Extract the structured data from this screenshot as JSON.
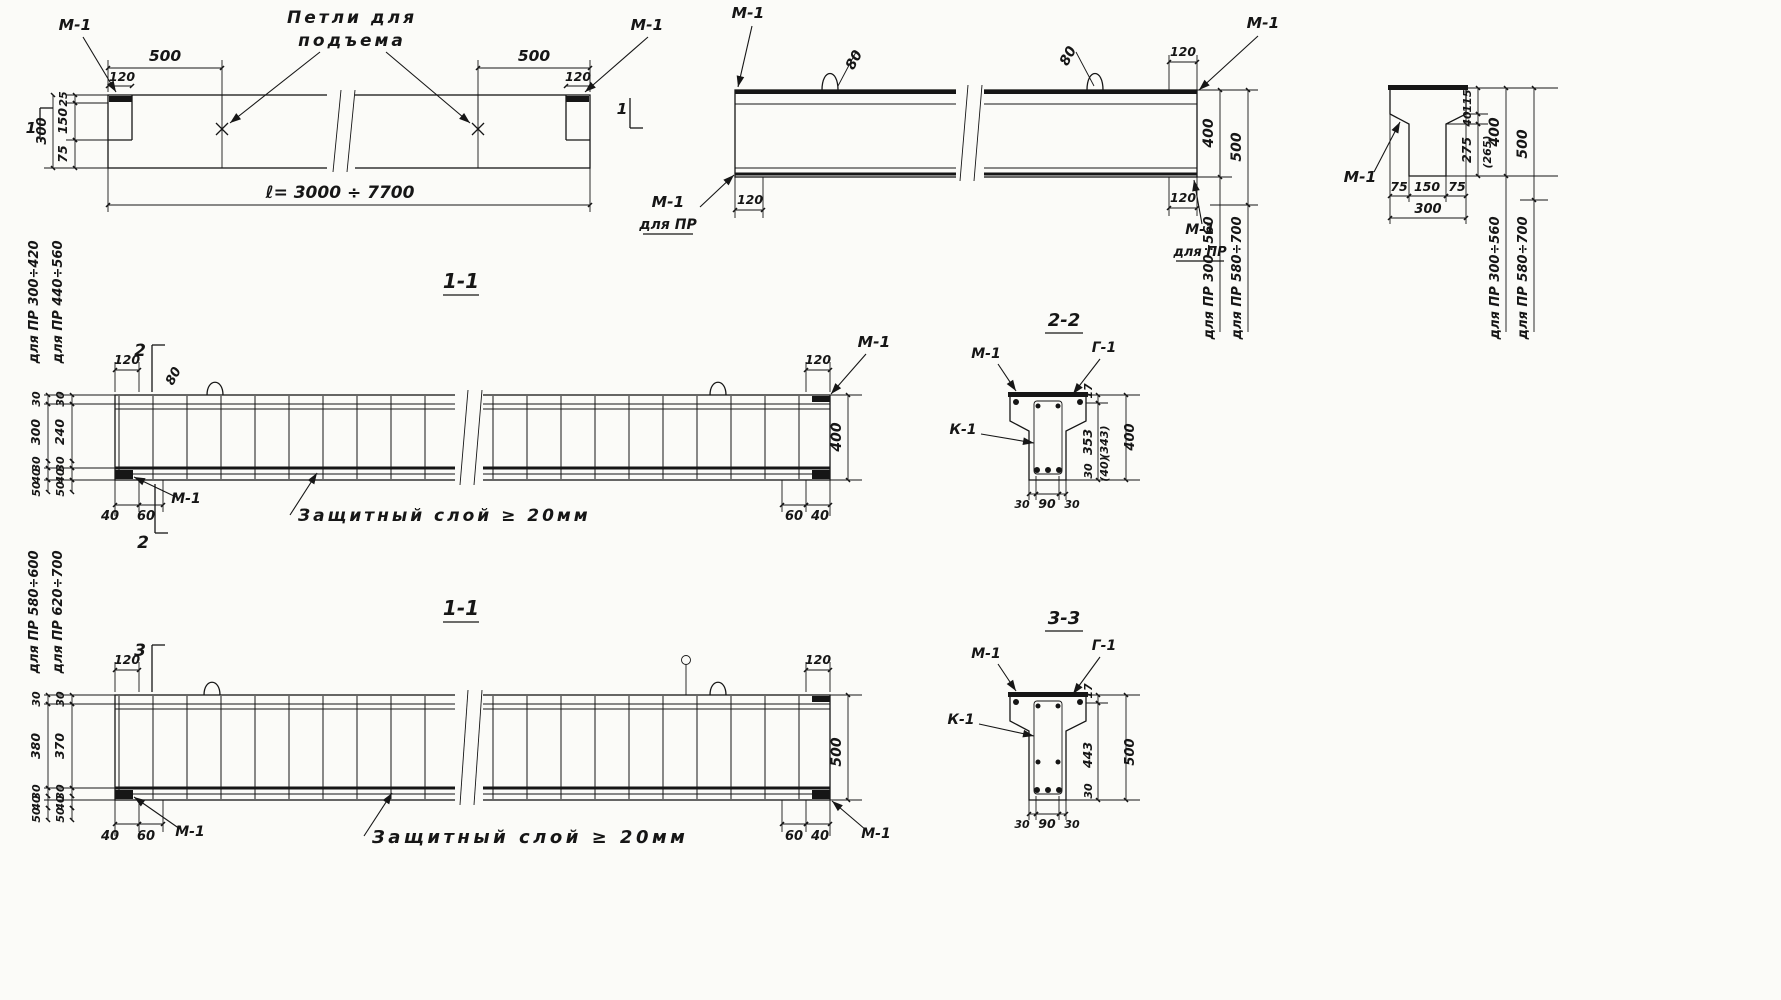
{
  "colors": {
    "paper": "#fbfbf8",
    "ink": "#161616"
  },
  "common": {
    "m1": "М-1",
    "g1": "Г-1",
    "k1": "К-1",
    "dlya_pr": "для ПР",
    "cover_note": "Защитный слой ≥ 20мм",
    "range_300_560": "для ПР 300÷560",
    "range_580_700": "для ПР 580÷700"
  },
  "plan_view": {
    "lifting_note_line1": "Петли для",
    "lifting_note_line2": "подъема",
    "dim_500": "500",
    "dim_120": "120",
    "dim_length": "ℓ= 3000 ÷ 7700",
    "dim_25": "25",
    "dim_150": "150",
    "dim_75": "75",
    "dim_300": "300",
    "section_marker": "1"
  },
  "side_view": {
    "dim_80": "80",
    "dim_120": "120",
    "dim_400": "400",
    "dim_500": "500"
  },
  "profile_view": {
    "dim_115": "115",
    "dim_40": "40",
    "dim_275": "275",
    "dim_265_alt": "(265)",
    "dim_400": "400",
    "dim_500": "500",
    "dim_75": "75",
    "dim_150": "150",
    "dim_300": "300"
  },
  "section_1_1_top": {
    "title": "1-1",
    "cut_marker": "2",
    "dim_120": "120",
    "dim_80": "80",
    "dim_400": "400",
    "dim_40": "40",
    "dim_60": "60",
    "range_left_outer": "для ПР 300÷420",
    "range_left_inner": "для ПР 440÷560",
    "col_outer": [
      "30",
      "300",
      "30",
      "40",
      "50"
    ],
    "col_inner": [
      "30",
      "240",
      "30",
      "40",
      "50"
    ]
  },
  "section_2_2": {
    "title": "2-2",
    "dim_17": "17",
    "dim_353": "353",
    "dim_343_alt": "(343)",
    "dim_400": "400",
    "dim_30": "30",
    "dim_40_alt": "(40)",
    "dim_90": "90"
  },
  "section_1_1_bottom": {
    "title": "1-1",
    "cut_marker": "3",
    "dim_120": "120",
    "dim_500": "500",
    "dim_40": "40",
    "dim_60": "60",
    "range_left_outer": "для ПР 580÷600",
    "range_left_inner": "для ПР 620÷700",
    "col_outer": [
      "30",
      "380",
      "30",
      "40",
      "50"
    ],
    "col_inner": [
      "30",
      "370",
      "30",
      "40",
      "50"
    ]
  },
  "section_3_3": {
    "title": "3-3",
    "dim_17": "17",
    "dim_443": "443",
    "dim_500": "500",
    "dim_30": "30",
    "dim_90": "90"
  }
}
